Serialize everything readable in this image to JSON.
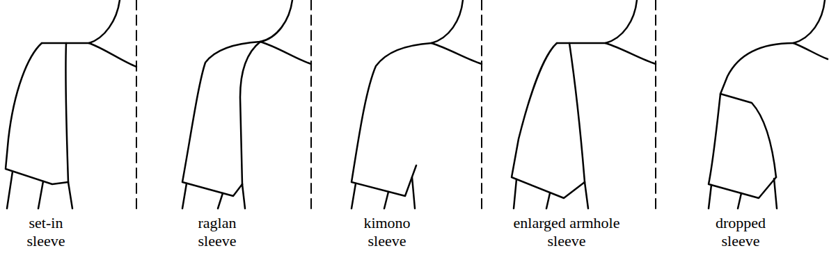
{
  "diagram": {
    "labels": [
      "set-in sleeve",
      "raglan sleeve",
      "kimono sleeve",
      "enlarged armhole sleeve",
      "dropped sleeve"
    ]
  }
}
